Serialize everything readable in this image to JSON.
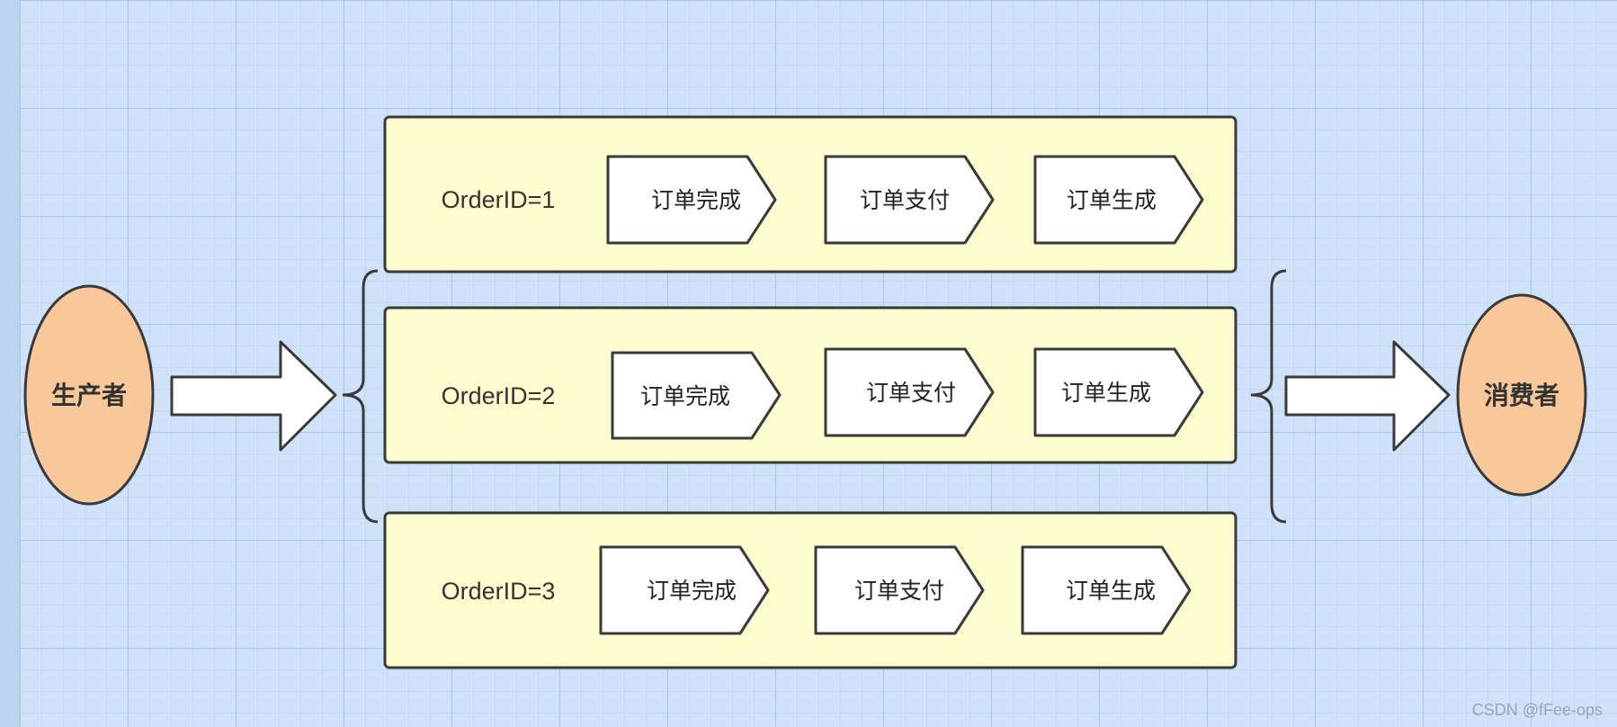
{
  "producer": {
    "label": "生产者"
  },
  "consumer": {
    "label": "消费者"
  },
  "queues": [
    {
      "order_label": "OrderID=1",
      "steps": [
        "订单完成",
        "订单支付",
        "订单生成"
      ]
    },
    {
      "order_label": "OrderID=2",
      "steps": [
        "订单完成",
        "订单支付",
        "订单生成"
      ]
    },
    {
      "order_label": "OrderID=3",
      "steps": [
        "订单完成",
        "订单支付",
        "订单生成"
      ]
    }
  ],
  "watermark": "CSDN @fFee-ops",
  "colors": {
    "background": "#cfe2fa",
    "role_fill": "#f8c89a",
    "queue_fill": "#fffed0",
    "step_fill": "#ffffff",
    "stroke": "#3a3a3a"
  }
}
